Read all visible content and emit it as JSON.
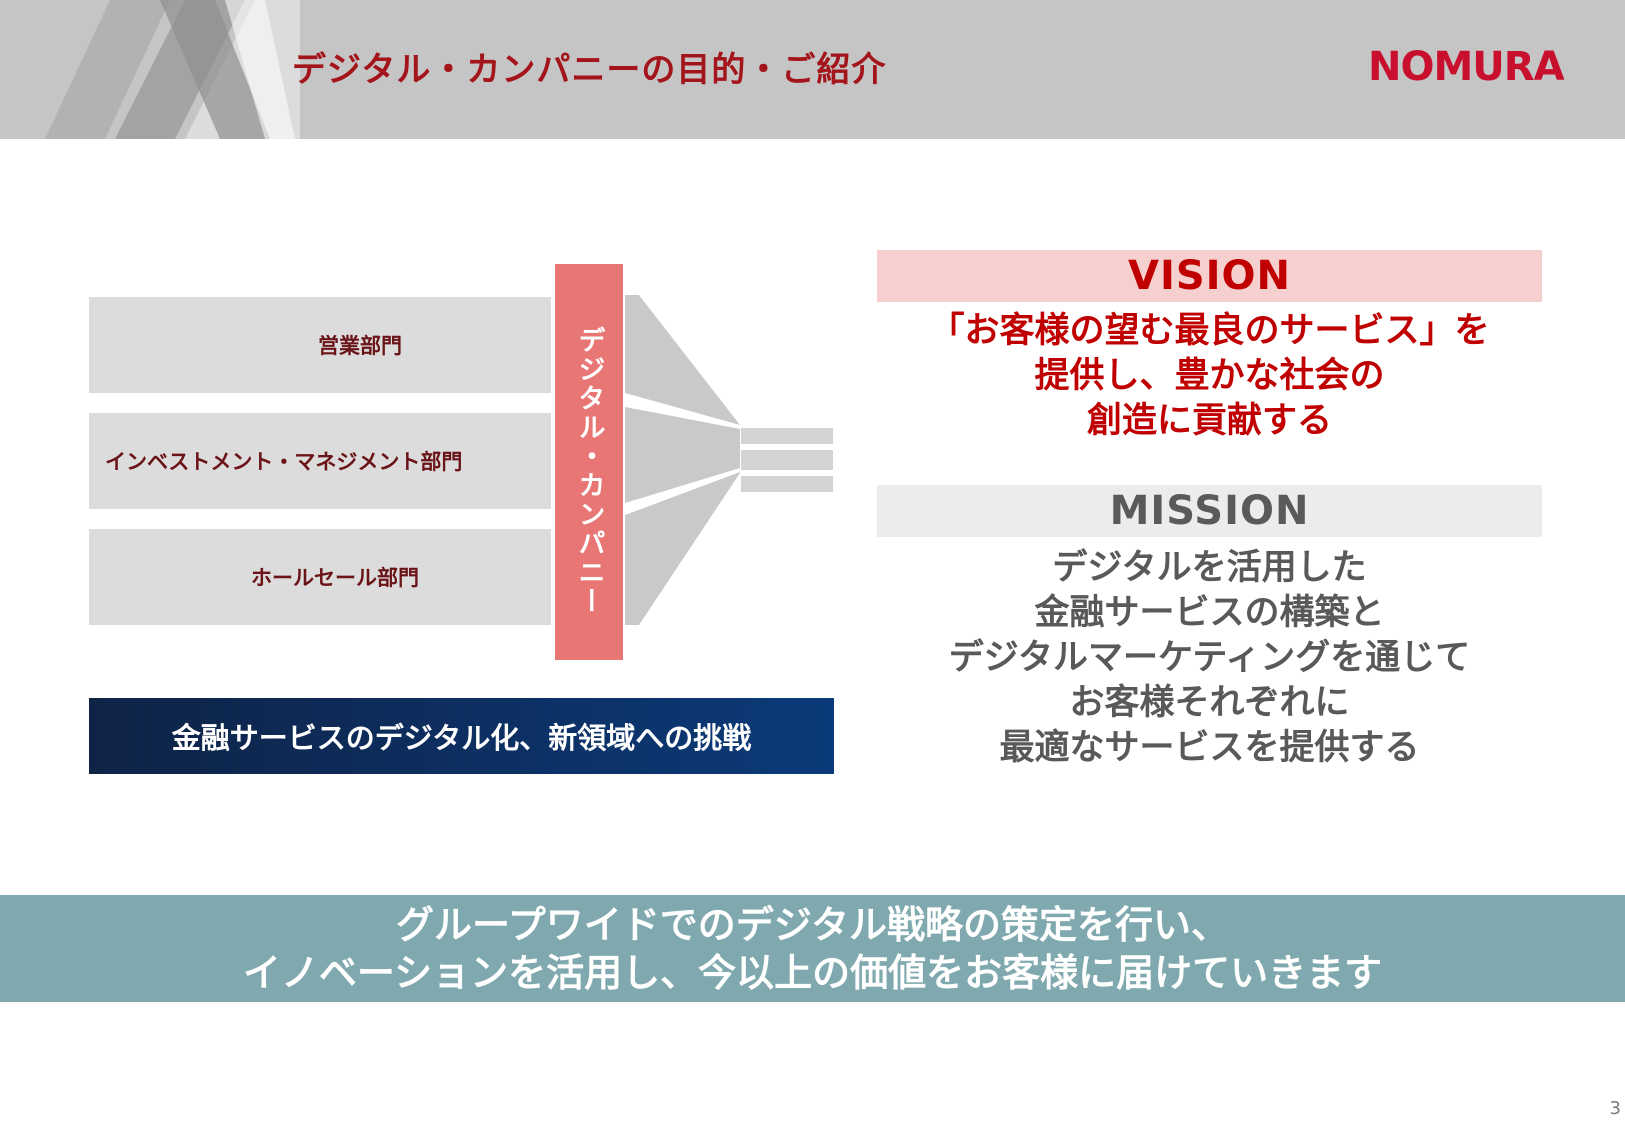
{
  "header": {
    "title": "デジタル・カンパニーの目的・ご紹介",
    "logo_text": "NOMURA"
  },
  "departments": [
    {
      "label": "営業部門"
    },
    {
      "label": "インベストメント・マネジメント部門"
    },
    {
      "label": "ホールセール部門"
    }
  ],
  "digital_company_label": "デジタル・カンパニー",
  "challenge_banner": "金融サービスのデジタル化、新領域への挑戦",
  "vision": {
    "heading": "VISION",
    "lines": [
      "「お客様の望む最良のサービス」を",
      "提供し、豊かな社会の",
      "創造に貢献する"
    ]
  },
  "mission": {
    "heading": "MISSION",
    "lines": [
      "デジタルを活用した",
      "金融サービスの構築と",
      "デジタルマーケティングを通じて",
      "お客様それぞれに",
      "最適なサービスを提供する"
    ]
  },
  "footer": {
    "lines": [
      "グループワイドでのデジタル戦略の策定を行い、",
      "イノベーションを活用し、今以上の価値をお客様に届けていきます"
    ]
  },
  "page_number": "3",
  "colors": {
    "brand_red": "#c8102e",
    "vision_red": "#c00000",
    "digital_bar": "#e77674",
    "footer_teal": "#7fa9ae",
    "banner_navy": "#0b3a7a"
  }
}
